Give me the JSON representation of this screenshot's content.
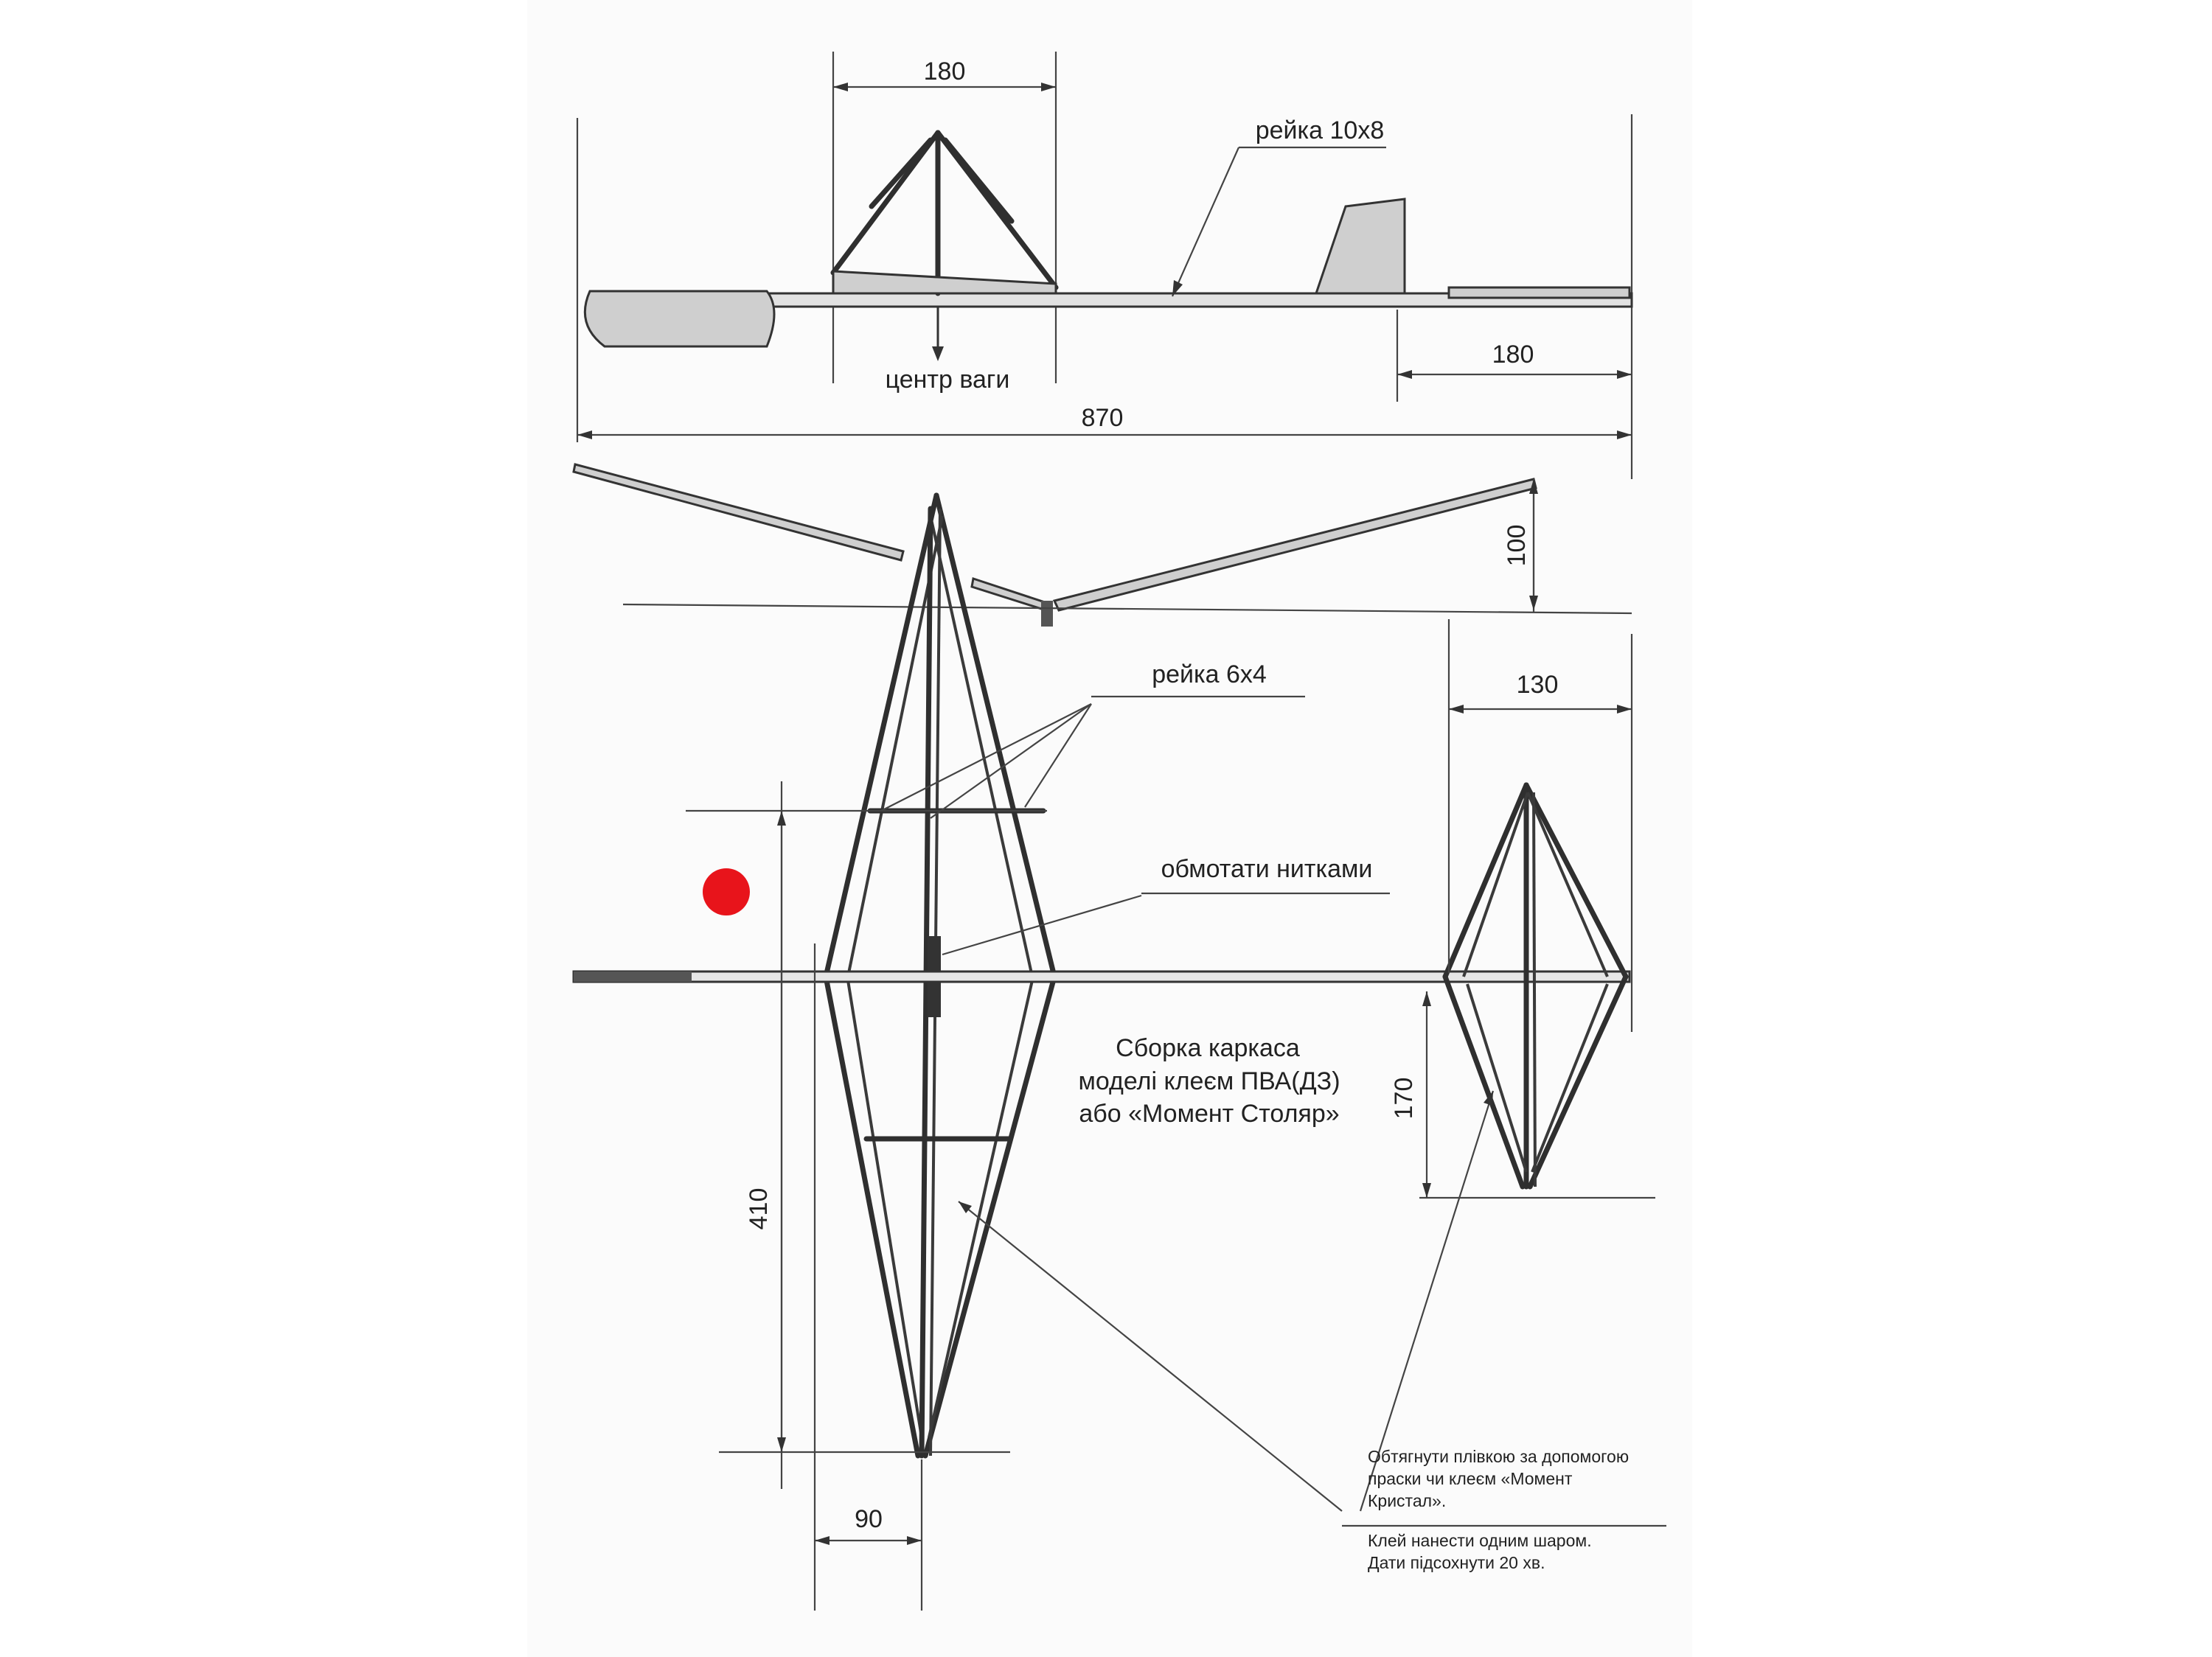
{
  "dimensions": {
    "top_width": "180",
    "tail_length": "180",
    "total_length": "870",
    "dihedral": "100",
    "stab_width": "130",
    "stab_half_span": "170",
    "wing_half_span": "410",
    "wing_chord": "90"
  },
  "labels": {
    "fuselage_rail": "рейка 10х8",
    "center_of_gravity": "центр ваги",
    "wing_rail": "рейка 6х4",
    "wrap_thread": "обмотати нитками"
  },
  "assembly_note": {
    "line1": "Сборка каркаса",
    "line2": "моделі клеєм ПВА(ДЗ)",
    "line3": "або «Момент Столяр»"
  },
  "covering_note": {
    "line1": "Обтягнути плівкою за допомогою",
    "line2": "праски чи клеєм «Момент",
    "line3": "Кристал».",
    "line4": "Клей нанести одним шаром.",
    "line5": "Дати підсохнути 20 хв."
  },
  "colors": {
    "marker": "#e8141b",
    "ink": "#333333"
  }
}
